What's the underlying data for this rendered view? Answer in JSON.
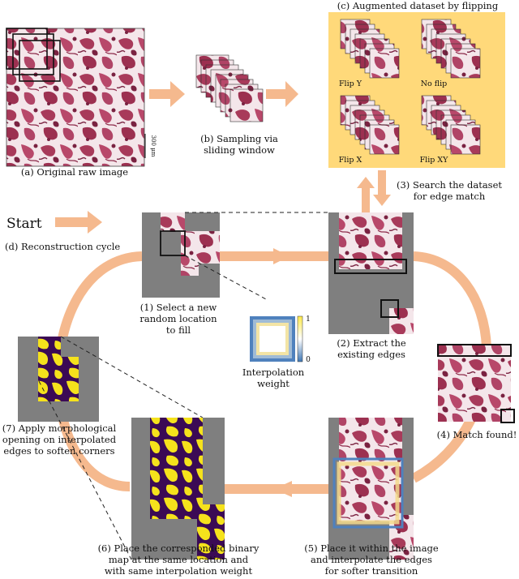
{
  "labels": {
    "original": "(a) Original raw image",
    "scale": "300 μm",
    "sampling": [
      "(b) Sampling via",
      "sliding window"
    ],
    "augmented": "(c) Augmented dataset by flipping",
    "flip_y": "Flip Y",
    "no_flip": "No flip",
    "flip_x": "Flip X",
    "flip_xy": "Flip XY",
    "search": [
      "(3) Search the dataset",
      "for edge match"
    ],
    "start": "Start",
    "cycle": "(d) Reconstruction cycle",
    "step1": [
      "(1) Select a new",
      "random location",
      "to fill"
    ],
    "step2": [
      "(2) Extract the",
      "existing edges"
    ],
    "step4": "(4) Match found!",
    "step7": [
      "(7) Apply morphological",
      "opening on interpolated",
      "edges to soften corners"
    ],
    "interp": [
      "Interpolation",
      "weight"
    ],
    "cb_max": "1",
    "cb_min": "0",
    "step6": [
      "(6) Place the corresponded binary",
      "map at the same location and",
      "with same interpolation weight"
    ],
    "step5": [
      "(5) Place it within the image",
      "and interpolate the edges",
      "for softer transition"
    ]
  },
  "colors": {
    "tissue": "#a83a5a",
    "tissue_dark": "#7a2241",
    "gray": "#7f7f7f",
    "arrow": "#f5b98e",
    "flip_bg": "#ffd97a",
    "binary_dark": "#3b0a55",
    "binary_yellow": "#f5e21c",
    "weight_blue": "#4f81bd"
  }
}
